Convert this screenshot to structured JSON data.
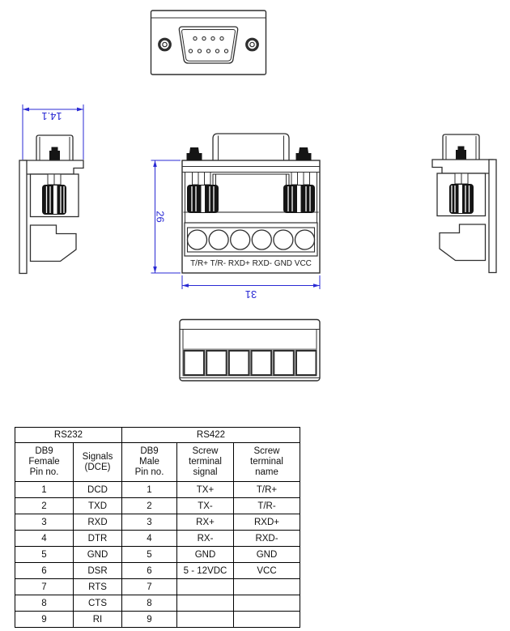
{
  "drawing": {
    "dimensions": {
      "side_width": "14.1",
      "front_height": "26",
      "front_width": "31"
    },
    "terminal_label": "T/R+ T/R- RXD+ RXD- GND VCC",
    "colors": {
      "dimension": "#2a2ad4",
      "line": "#2f2f2f"
    }
  },
  "table": {
    "group_headers": [
      {
        "label": "RS232",
        "colspan": 2
      },
      {
        "label": "RS422",
        "colspan": 3
      }
    ],
    "column_headers": [
      "DB9\nFemale\nPin no.",
      "Signals\n(DCE)",
      "DB9\nMale\nPin no.",
      "Screw\nterminal\nsignal",
      "Screw\nterminal\nname"
    ],
    "rows": [
      [
        "1",
        "DCD",
        "1",
        "TX+",
        "T/R+"
      ],
      [
        "2",
        "TXD",
        "2",
        "TX-",
        "T/R-"
      ],
      [
        "3",
        "RXD",
        "3",
        "RX+",
        "RXD+"
      ],
      [
        "4",
        "DTR",
        "4",
        "RX-",
        "RXD-"
      ],
      [
        "5",
        "GND",
        "5",
        "GND",
        "GND"
      ],
      [
        "6",
        "DSR",
        "6",
        "5 - 12VDC",
        "VCC"
      ],
      [
        "7",
        "RTS",
        "7",
        "",
        ""
      ],
      [
        "8",
        "CTS",
        "8",
        "",
        ""
      ],
      [
        "9",
        "RI",
        "9",
        "",
        ""
      ]
    ]
  }
}
